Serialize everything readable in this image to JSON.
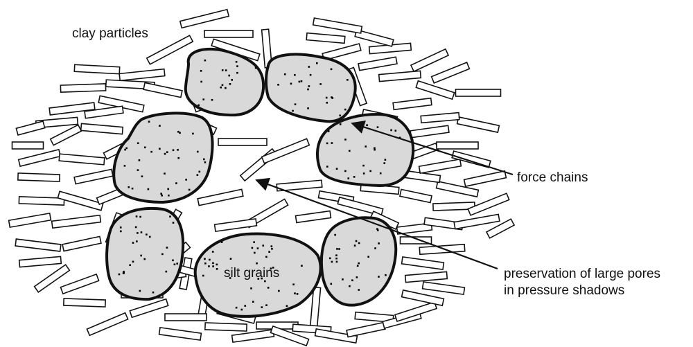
{
  "labels": {
    "clay_particles": "clay particles",
    "silt_grains": "silt grains",
    "force_chains": "force chains",
    "preservation_line1": "preservation of large pores",
    "preservation_line2": "in pressure shadows"
  },
  "colors": {
    "grain_fill": "#d9d9d9",
    "outline": "#111111",
    "background": "#ffffff"
  }
}
